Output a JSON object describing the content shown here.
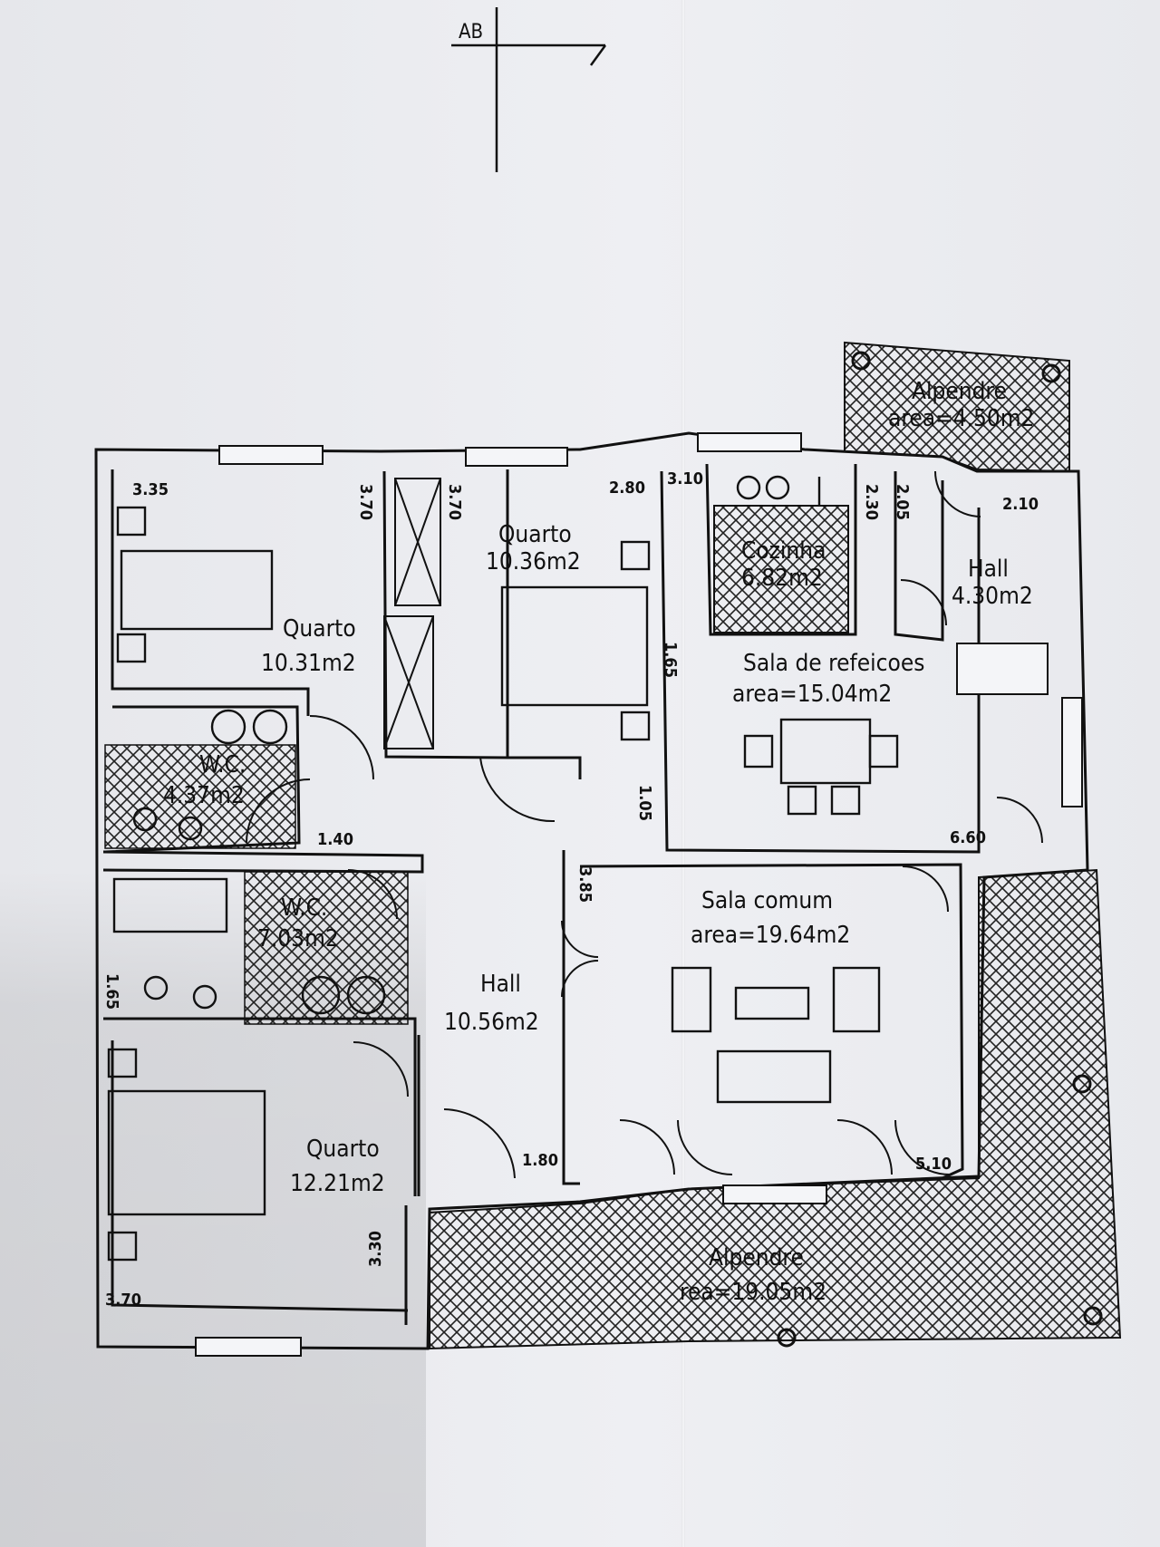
{
  "section_marker": "AB",
  "rooms": {
    "quarto_nw": {
      "name": "Quarto",
      "area": "10.31m2"
    },
    "quarto_n": {
      "name": "Quarto",
      "area": "10.36m2"
    },
    "cozinha": {
      "name": "Cozinha",
      "area": "6.82m2"
    },
    "hall_ne": {
      "name": "Hall",
      "area": "4.30m2"
    },
    "alpendre_ne": {
      "name": "Alpendre",
      "area": "area=4.50m2"
    },
    "sala_refeicoes": {
      "name": "Sala de refeicoes",
      "area": "area=15.04m2"
    },
    "wc_1": {
      "name": "W.C.",
      "area": "4.37m2"
    },
    "wc_2": {
      "name": "W.C.",
      "area": "7.03m2"
    },
    "hall_main": {
      "name": "Hall",
      "area": "10.56m2"
    },
    "sala_comum": {
      "name": "Sala comum",
      "area": "area=19.64m2"
    },
    "quarto_sw": {
      "name": "Quarto",
      "area": "12.21m2"
    },
    "alpendre_s": {
      "name": "Alpendre",
      "area": "rea=19.05m2"
    }
  },
  "dimensions": {
    "d1": "3.35",
    "d2": "3.70",
    "d3": "3.70",
    "d4": "2.80",
    "d5": "3.10",
    "d6": "2.30",
    "d7": "2.05",
    "d8": "2.10",
    "d9": "1.65",
    "d10": "1.05",
    "d11": "1.40",
    "d12": "6.60",
    "d13": "3.85",
    "d14": "1.65",
    "d15": "1.80",
    "d16": "5.10",
    "d17": "3.70",
    "d18": "3.30"
  }
}
